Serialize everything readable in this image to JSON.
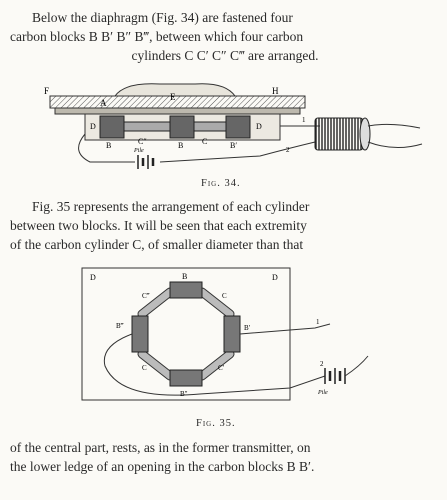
{
  "para1": {
    "lines": [
      "Below the diaphragm (Fig. 34) are fastened four",
      "carbon blocks B B′ B″ B‴, between which four carbon",
      "cylinders C C′ C″ C‴ are arranged."
    ]
  },
  "fig34": {
    "caption": "Fig. 34.",
    "labels": {
      "F": "F",
      "A": "A",
      "E": "E",
      "H": "H",
      "D_left": "D",
      "D_right": "D",
      "B_left": "B",
      "C_left": "C″",
      "B_mid": "B",
      "C_right": "C",
      "B_right": "B′",
      "num1": "1",
      "num2": "2",
      "pile": "Pile"
    }
  },
  "para2": {
    "lines": [
      "Fig. 35 represents the arrangement of each cylinder",
      "between two blocks.  It will be seen that each extremity",
      "of the carbon cylinder C, of smaller diameter  than that"
    ]
  },
  "fig35": {
    "caption": "Fig. 35.",
    "labels": {
      "D_tl": "D",
      "D_tr": "D",
      "B_top": "B",
      "C_tl": "C‴",
      "C_tr": "C",
      "B_left": "B‴",
      "B_right": "B′",
      "C_bl": "C",
      "C_br": "C′",
      "B_bottom": "B″",
      "num1": "1",
      "num2": "2",
      "pile": "Pile"
    }
  },
  "para3": {
    "lines": [
      "of the central part, rests, as in the former transmitter, on",
      "the lower ledge of an opening in the carbon blocks B B′."
    ]
  }
}
